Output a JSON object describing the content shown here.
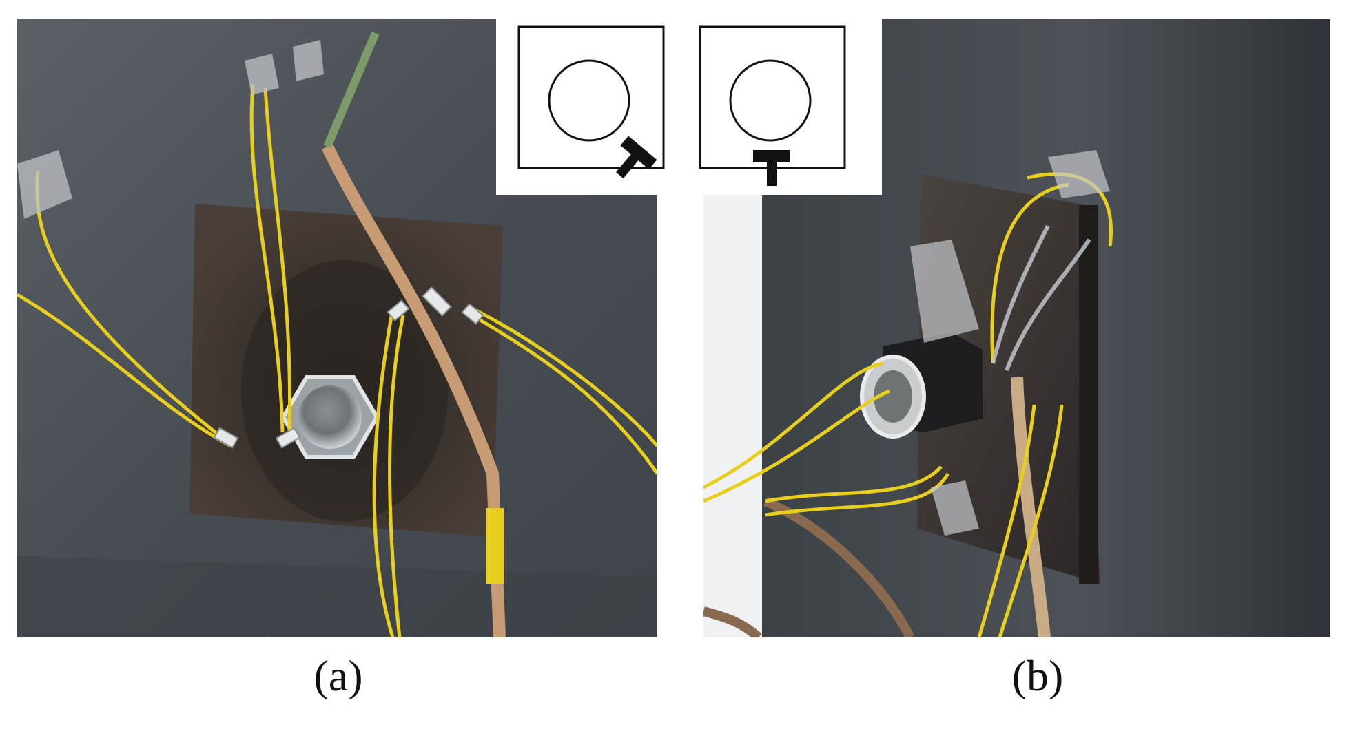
{
  "figure": {
    "panels": [
      {
        "id": "a",
        "caption": "(a)",
        "description_icon": "sensor-diagonal-mount-icon"
      },
      {
        "id": "b",
        "caption": "(b)",
        "description_icon": "sensor-vertical-mount-icon"
      }
    ]
  },
  "colors": {
    "background": "#ffffff",
    "steel_dark": "#4a4f55",
    "plate_rust": "#3d3530",
    "wire_yellow": "#e8cf1e",
    "cable_tan": "#c79c74",
    "sensor_silver": "#b8bcc0"
  }
}
